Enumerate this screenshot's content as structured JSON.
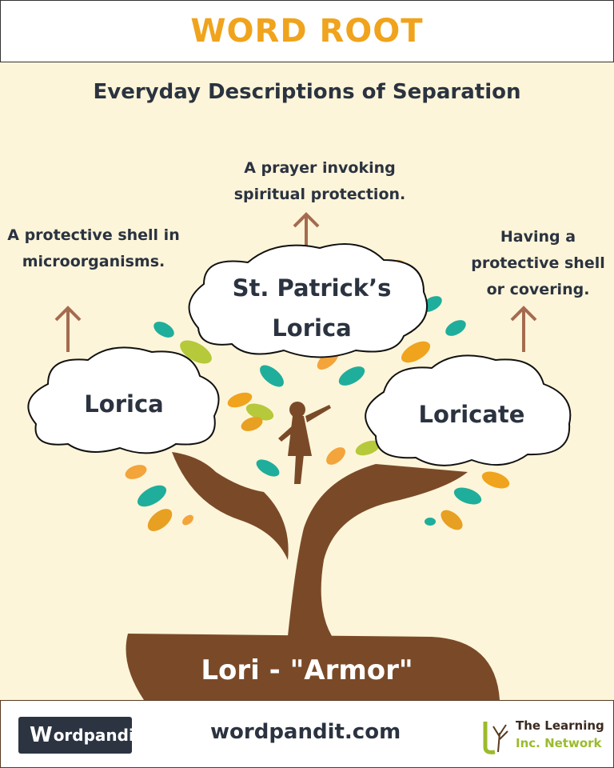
{
  "header": {
    "title": "WORD ROOT"
  },
  "subtitle": "Everyday Descriptions of Separation",
  "root": "Lori - \"Armor\"",
  "words": [
    {
      "word": "Lorica",
      "definition": "A protective shell in microorganisms."
    },
    {
      "word": "St. Patrick’s Lorica",
      "definition": "A prayer invoking spiritual protection."
    },
    {
      "word": "Loricate",
      "definition": "Having a protective shell or covering."
    }
  ],
  "footer": {
    "logo_text": "ordpandit",
    "logo_letter": "W",
    "url": "wordpandit.com",
    "network_line1": "The Learning",
    "network_line2": "Inc. Network"
  },
  "colors": {
    "accent": "#f0a31c",
    "text": "#2b3340",
    "brown": "#7a4a28",
    "bg": "#fdf5d9"
  }
}
